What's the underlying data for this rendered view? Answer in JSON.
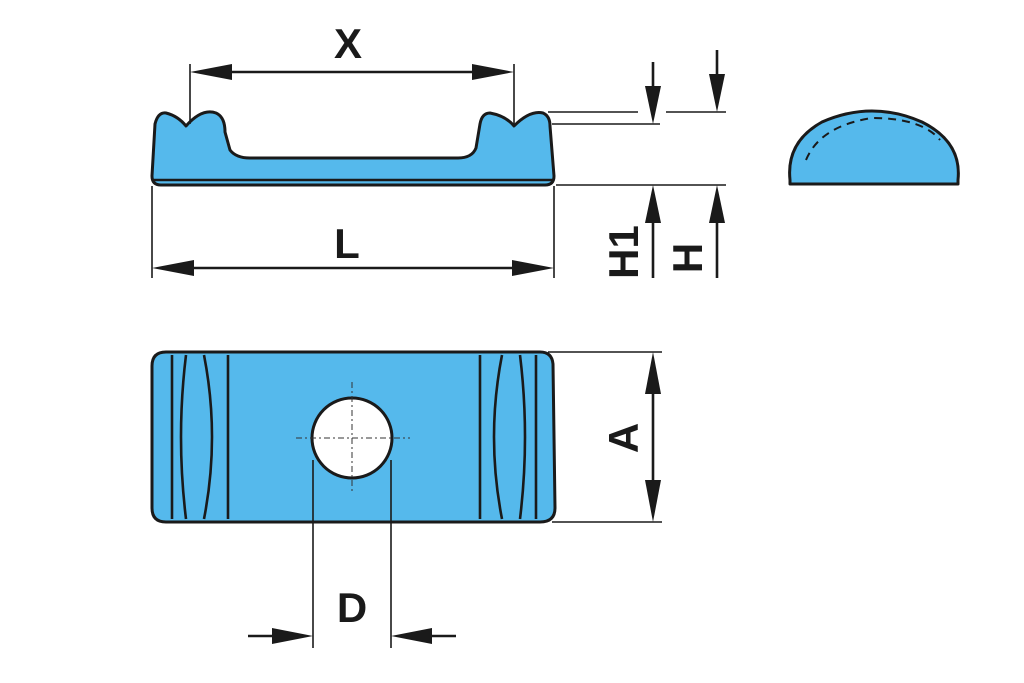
{
  "labels": {
    "x": "X",
    "l": "L",
    "h1": "H1",
    "h": "H",
    "a": "A",
    "d": "D"
  },
  "colors": {
    "part_fill": "#55b9ec",
    "outline": "#1a1a1a",
    "hole": "#ffffff",
    "background": "#ffffff"
  }
}
